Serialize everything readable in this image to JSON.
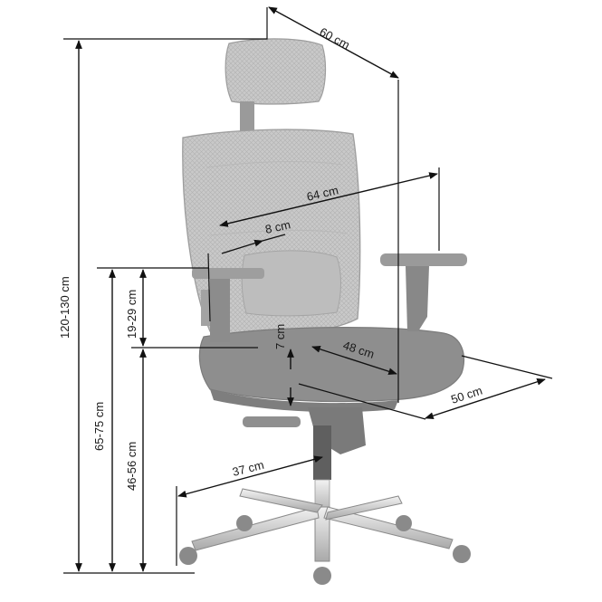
{
  "diagram": {
    "dimensions": {
      "depth_top": "60 cm",
      "total_height": "120-130 cm",
      "seat_height_total": "65-75 cm",
      "armrest_range": "19-29 cm",
      "seat_height": "46-56 cm",
      "width": "64 cm",
      "armrest_offset": "8 cm",
      "seat_step": "7 cm",
      "seat_depth": "48 cm",
      "seat_width": "50 cm",
      "base_radius": "37 cm"
    }
  }
}
